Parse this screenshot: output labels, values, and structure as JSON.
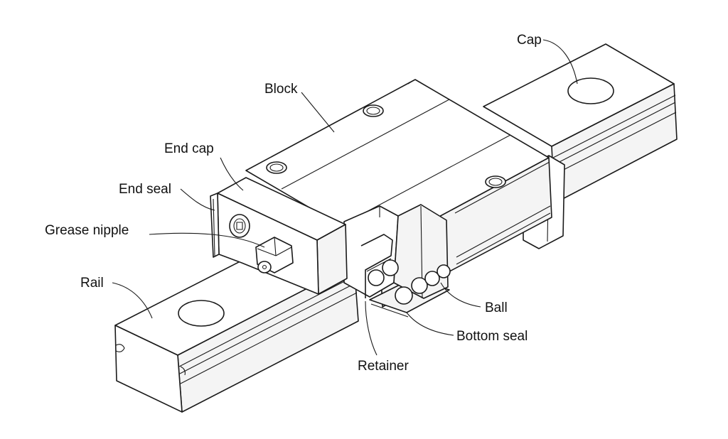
{
  "labels": {
    "cap": "Cap",
    "block": "Block",
    "end_cap": "End cap",
    "end_seal": "End seal",
    "grease_nipple": "Grease nipple",
    "rail": "Rail",
    "ball": "Ball",
    "bottom_seal": "Bottom seal",
    "retainer": "Retainer"
  },
  "colors": {
    "line": "#1a1a1a",
    "background": "#ffffff"
  }
}
